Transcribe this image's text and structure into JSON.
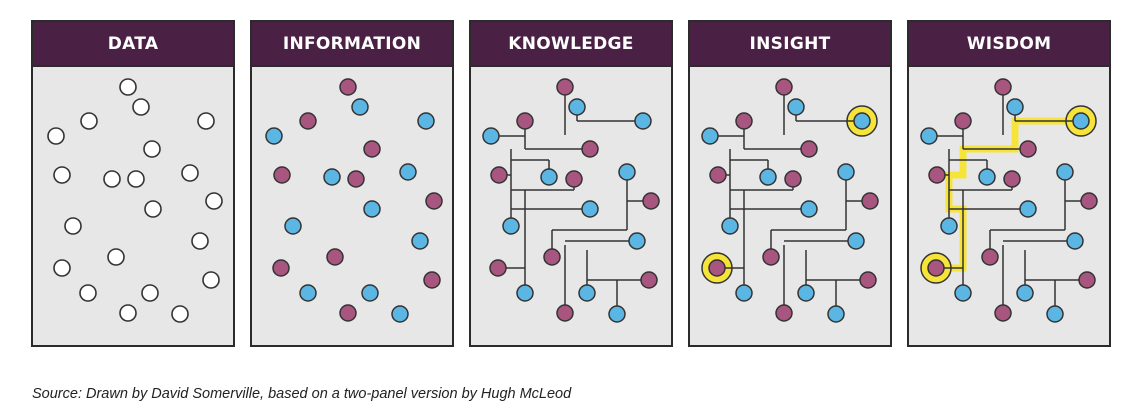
{
  "panels": [
    {
      "title": "DATA"
    },
    {
      "title": "INFORMATION"
    },
    {
      "title": "KNOWLEDGE"
    },
    {
      "title": "INSIGHT"
    },
    {
      "title": "WISDOM"
    }
  ],
  "caption": "Source: Drawn by David Somerville, based on a two-panel version by Hugh McLeod",
  "colors": {
    "header": "#4a2045",
    "panel_bg": "#e7e7e7",
    "border": "#2b2b2b",
    "node_blue": "#5bb6e3",
    "node_purple": "#a8557f",
    "node_empty": "#ffffff",
    "highlight": "#f6e43a"
  }
}
